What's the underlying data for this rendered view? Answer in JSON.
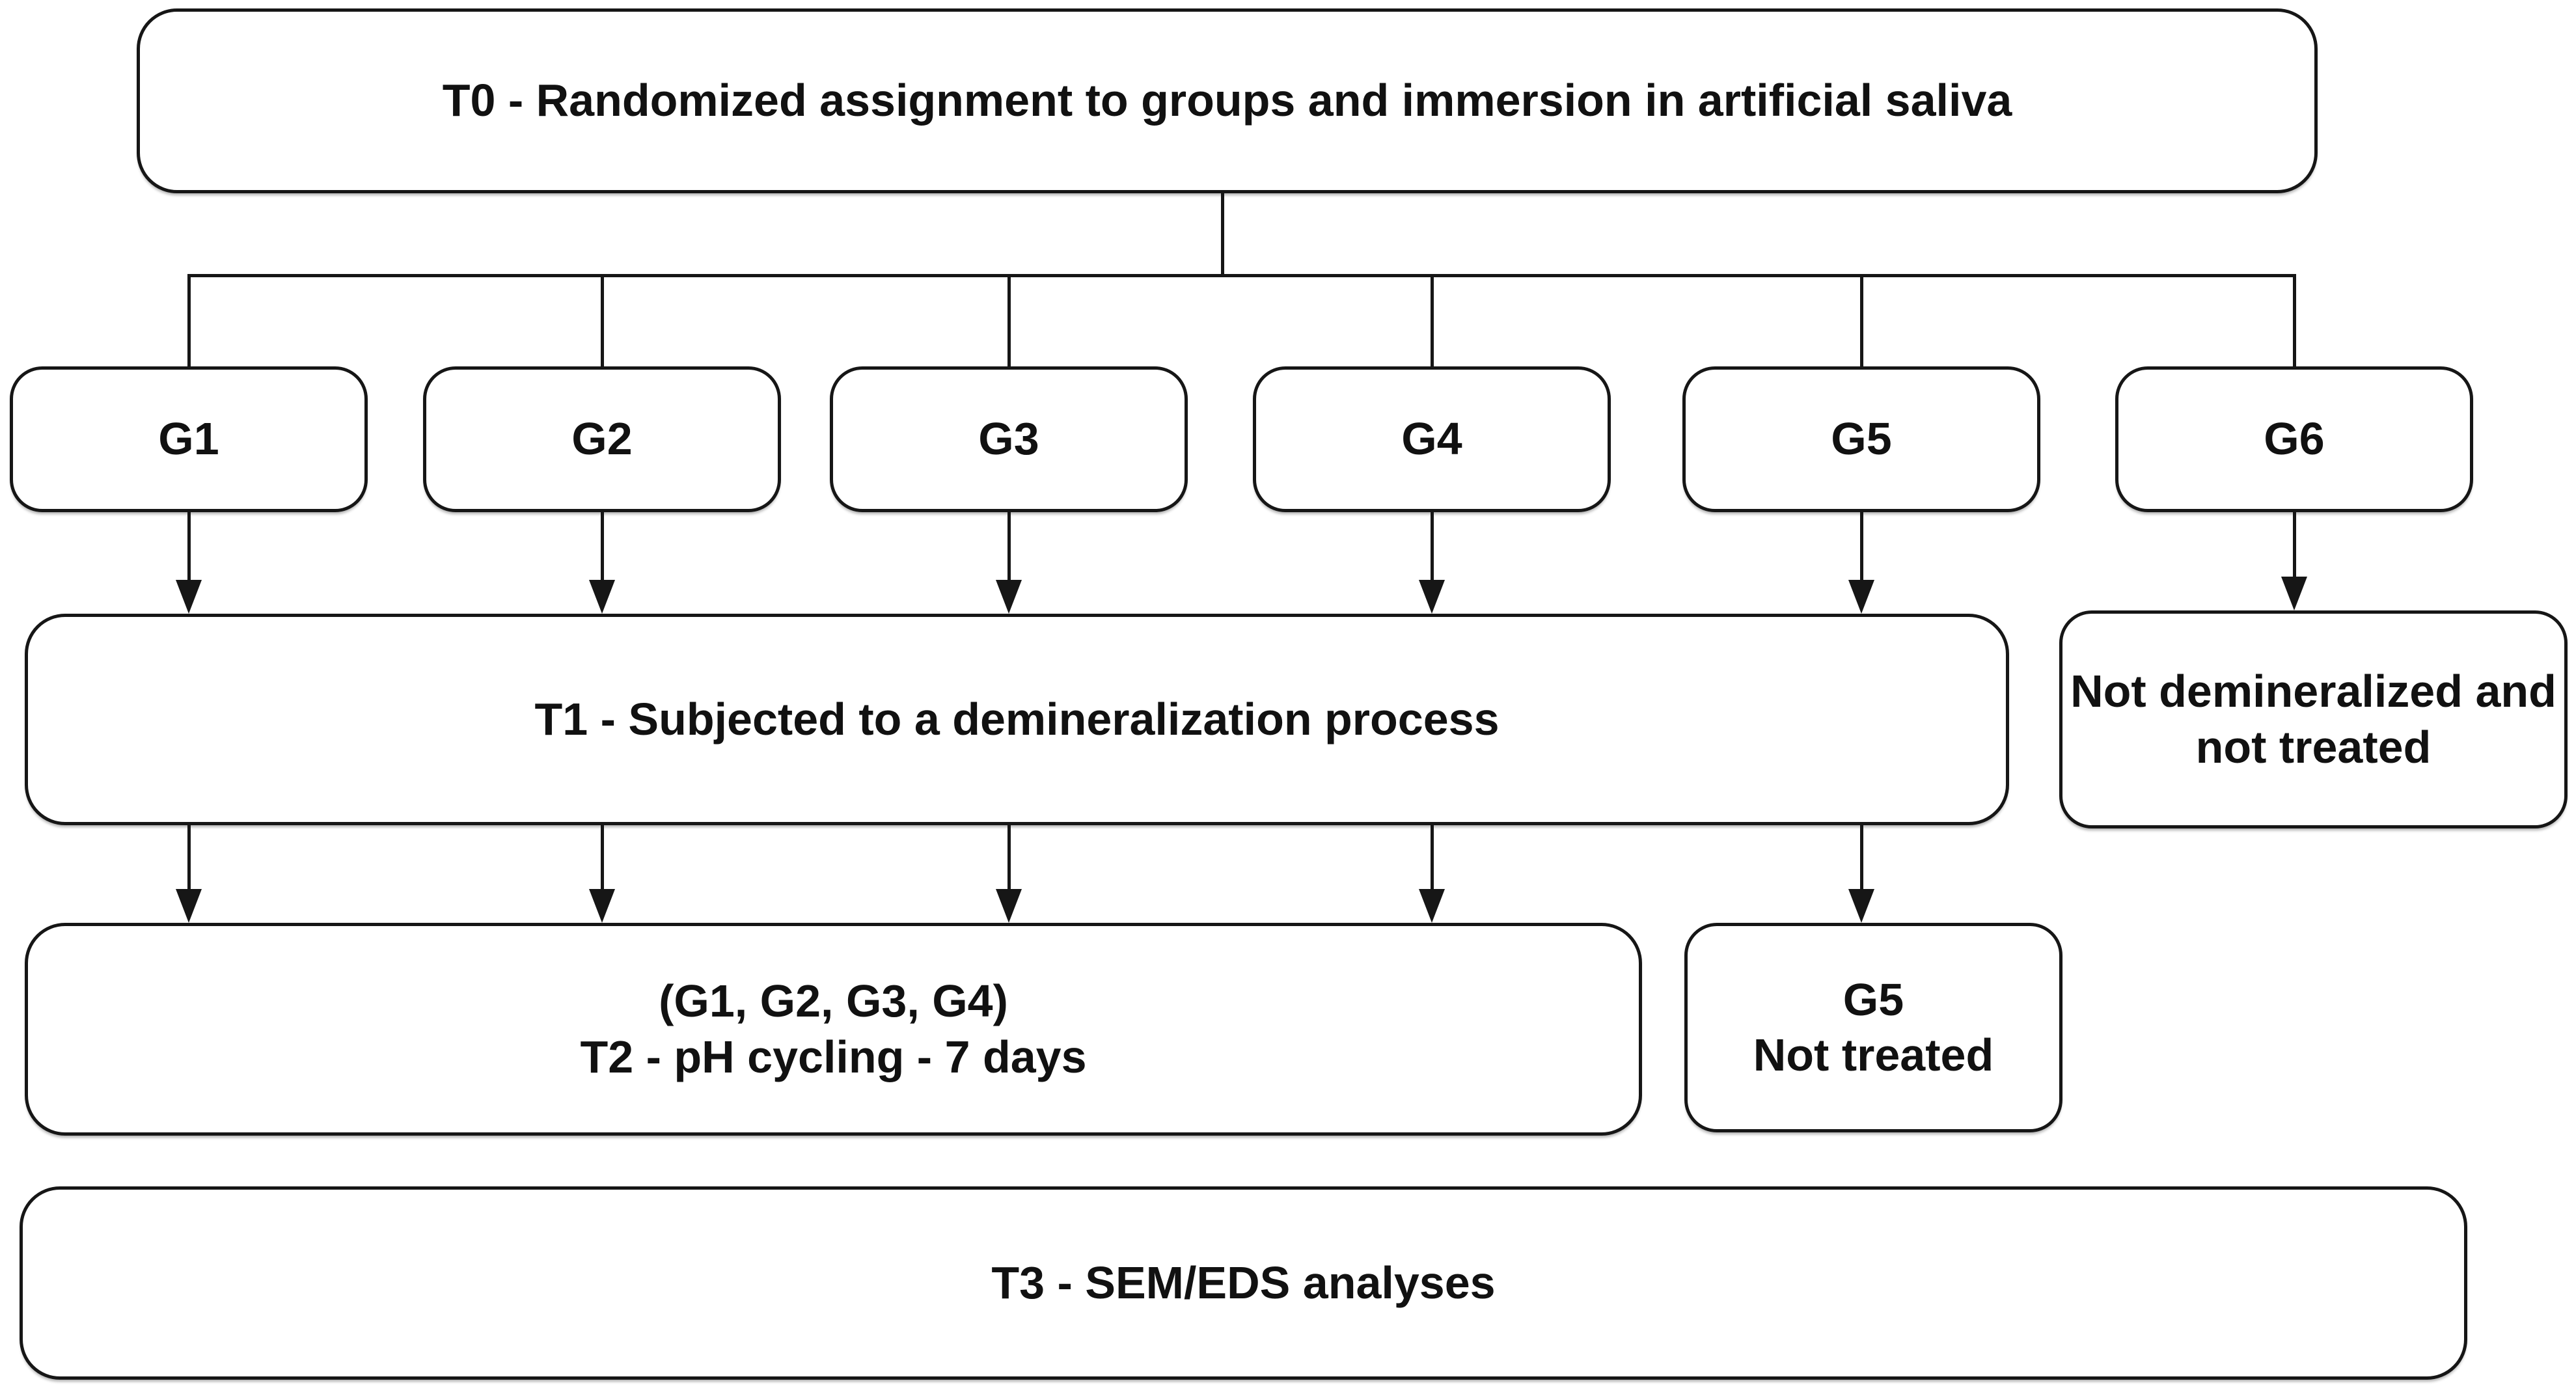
{
  "diagram": {
    "title_hint": "Experimental design flowchart",
    "t0_label": "T0 - Randomized assignment to groups and immersion in artificial saliva",
    "groups": [
      "G1",
      "G2",
      "G3",
      "G4",
      "G5",
      "G6"
    ],
    "t1_label": "T1 - Subjected to a demineralization process",
    "g6_outcome_line1": "Not demineralized and",
    "g6_outcome_line2": "not treated",
    "t2_line1": "(G1, G2, G3, G4)",
    "t2_line2": "T2 - pH cycling - 7 days",
    "g5_outcome_line1": "G5",
    "g5_outcome_line2": "Not treated",
    "t3_label": "T3 - SEM/EDS analyses",
    "colors": {
      "stroke": "#161616",
      "background": "#ffffff",
      "text": "#111111"
    }
  }
}
